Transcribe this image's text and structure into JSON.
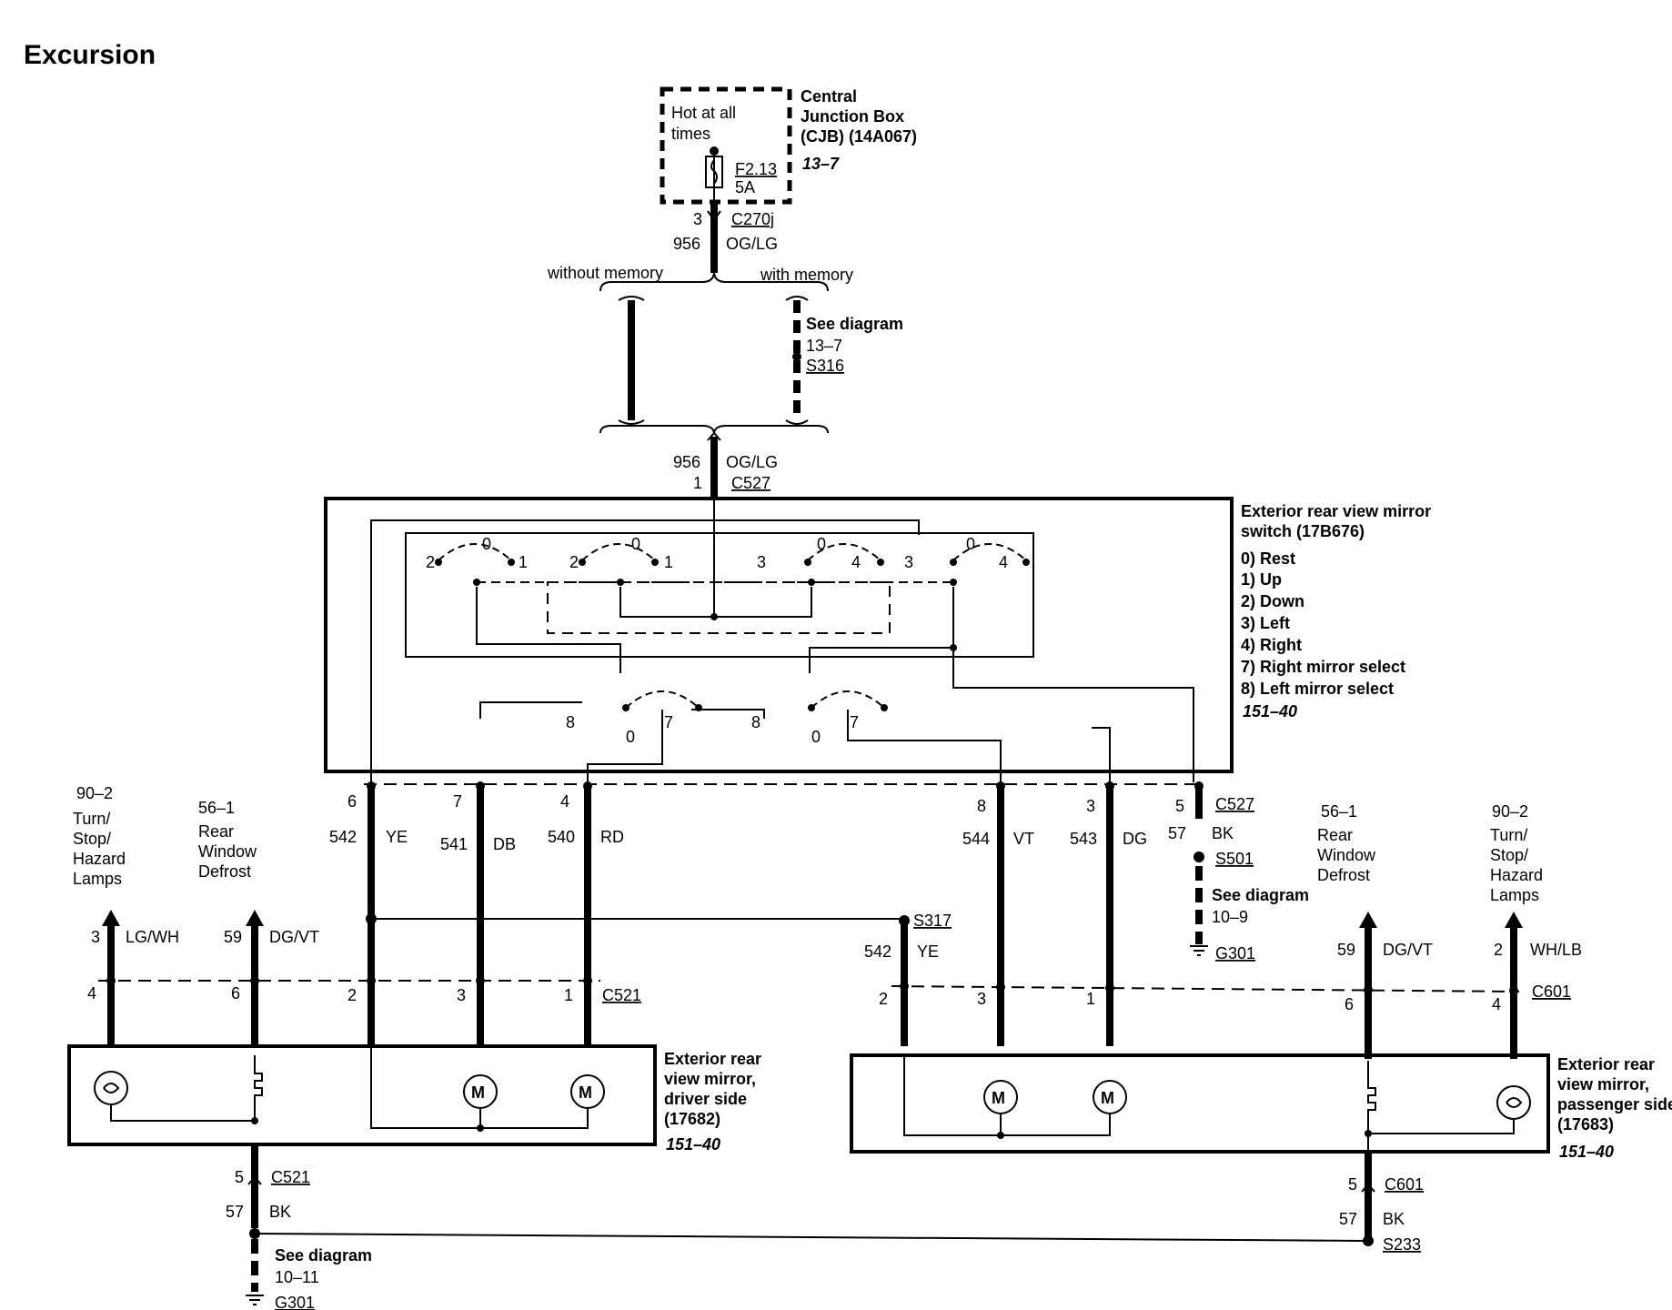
{
  "title": "Excursion",
  "cjb": {
    "name": [
      "Central",
      "Junction Box",
      "(CJB) (14A067)"
    ],
    "ref": "13–7",
    "hot": [
      "Hot at all",
      "times"
    ],
    "fuse": "F2.13",
    "fuse_rating": "5A",
    "pin": "3",
    "connector": "C270j",
    "circuit": "956",
    "color": "OG/LG"
  },
  "branch": {
    "without": "without memory",
    "with": "with memory",
    "see": [
      "See diagram",
      "13–7"
    ],
    "splice": "S316"
  },
  "switch_feed": {
    "circuit": "956",
    "color": "OG/LG",
    "pin": "1",
    "connector": "C527"
  },
  "switch": {
    "name": [
      "Exterior rear view mirror",
      "switch (17B676)"
    ],
    "legend": [
      "0) Rest",
      "1) Up",
      "2) Down",
      "3) Left",
      "4) Right",
      "7) Right mirror select",
      "8) Left mirror select"
    ],
    "ref": "151–40",
    "pos_labels": [
      "2",
      "0",
      "1",
      "2",
      "0",
      "1",
      "3",
      "0",
      "4",
      "3",
      "0",
      "4",
      "8",
      "0",
      "7",
      "8",
      "0",
      "7"
    ]
  },
  "switch_pins": [
    {
      "pin": "6",
      "circuit": "542",
      "color": "YE"
    },
    {
      "pin": "7",
      "circuit": "541",
      "color": "DB"
    },
    {
      "pin": "4",
      "circuit": "540",
      "color": "RD"
    },
    {
      "pin": "8",
      "circuit": "544",
      "color": "VT"
    },
    {
      "pin": "3",
      "circuit": "543",
      "color": "DG"
    },
    {
      "pin": "5",
      "circuit": "57",
      "color": "BK",
      "connector": "C527"
    }
  ],
  "switch_ground": {
    "splice": "S501",
    "see": [
      "See diagram",
      "10–9"
    ],
    "ground": "G301"
  },
  "s317": {
    "splice": "S317",
    "circuit": "542",
    "color": "YE"
  },
  "left_inputs": [
    {
      "ref": "90–2",
      "label": [
        "Turn/",
        "Stop/",
        "Hazard",
        "Lamps"
      ],
      "circuit": "3",
      "color": "LG/WH",
      "pin": "4"
    },
    {
      "ref": "56–1",
      "label": [
        "Rear",
        "Window",
        "Defrost"
      ],
      "circuit": "59",
      "color": "DG/VT",
      "pin": "6"
    }
  ],
  "driver": {
    "connector": "C521",
    "pins": [
      "2",
      "3",
      "1"
    ],
    "name": [
      "Exterior rear",
      "view mirror,",
      "driver side",
      "(17682)"
    ],
    "ref": "151–40",
    "ground_pin": "5",
    "ground_circuit": "57",
    "ground_color": "BK",
    "see": [
      "See diagram",
      "10–11"
    ],
    "ground": "G301"
  },
  "right_inputs": [
    {
      "ref": "56–1",
      "label": [
        "Rear",
        "Window",
        "Defrost"
      ],
      "circuit": "59",
      "color": "DG/VT",
      "pin": "6"
    },
    {
      "ref": "90–2",
      "label": [
        "Turn/",
        "Stop/",
        "Hazard",
        "Lamps"
      ],
      "circuit": "2",
      "color": "WH/LB",
      "pin": "4"
    }
  ],
  "passenger": {
    "connector": "C601",
    "pins": [
      "2",
      "3",
      "1"
    ],
    "name": [
      "Exterior rear",
      "view mirror,",
      "passenger side",
      "(17683)"
    ],
    "ref": "151–40",
    "ground_pin": "5",
    "ground_circuit": "57",
    "ground_color": "BK",
    "splice": "S233"
  },
  "motor_symbol": "M"
}
